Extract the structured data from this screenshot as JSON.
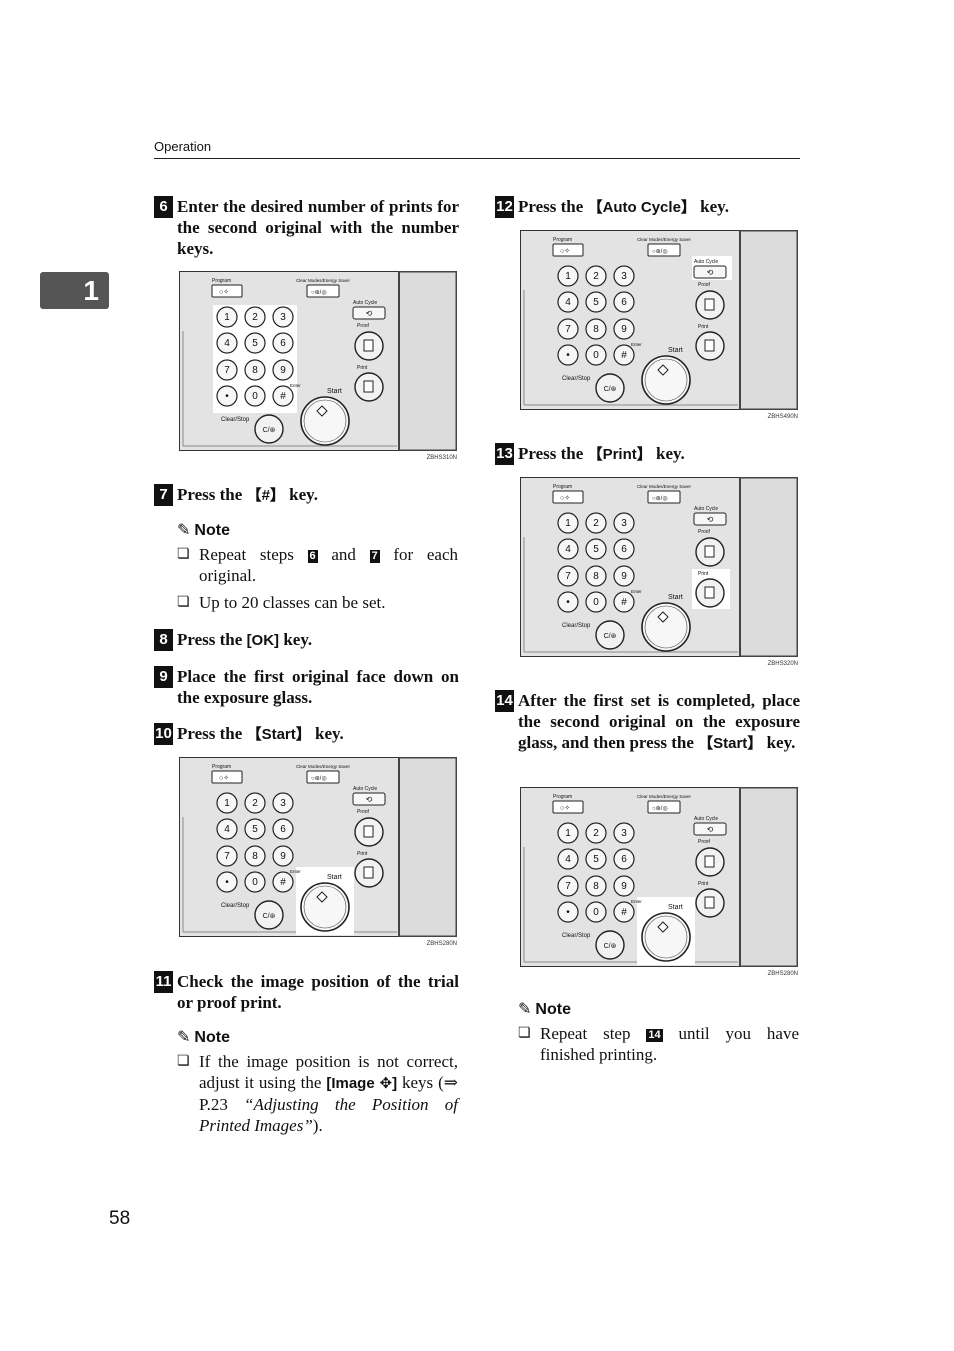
{
  "header": {
    "section": "Operation"
  },
  "chapter_tab": "1",
  "page_number": "58",
  "steps": [
    {
      "num": "6",
      "text": "Enter the desired number of prints for the second original with the number keys."
    },
    {
      "num": "7",
      "pre": "Press the ",
      "key": "【#】",
      "post": " key."
    },
    {
      "num": "8",
      "pre": "Press the ",
      "key": "[OK]",
      "post": " key."
    },
    {
      "num": "9",
      "text": "Place the first original face down on the exposure glass."
    },
    {
      "num": "10",
      "pre": "Press the ",
      "key": "【Start】",
      "post": " key."
    },
    {
      "num": "11",
      "text": "Check the image position of the trial or proof print."
    },
    {
      "num": "12",
      "pre": "Press the ",
      "key": "【Auto Cycle】",
      "post": " key."
    },
    {
      "num": "13",
      "pre": "Press the ",
      "key": "【Print】",
      "post": " key."
    },
    {
      "num": "14",
      "pre": "After the first set is completed, place the second original on the exposure glass, and then press the ",
      "key": "【Start】",
      "post": " key."
    }
  ],
  "notes": {
    "heading": "Note",
    "n1": {
      "a": "Repeat steps ",
      "ref1": "6",
      "b": " and ",
      "ref2": "7",
      "c": " for each original.",
      "d": "Up to 20 classes can be set."
    },
    "n2": {
      "a": "If the image position is not cor­rect, adjust it using the ",
      "key": "[Image ✥]",
      "b": " keys (⇒ P.23 ",
      "title": "“Adjusting the Position of Printed Images”",
      "c": ")."
    },
    "n3": {
      "a": "Repeat step ",
      "ref": "14",
      "b": " until you have finished printing."
    }
  },
  "panel_labels": {
    "program": "Program",
    "clear_modes": "Clear Modes/Energy Saver",
    "auto_cycle": "Auto Cycle",
    "proof": "Proof",
    "print": "Print",
    "enter": "Enter",
    "start": "Start",
    "clear_stop": "Clear/Stop",
    "keys": [
      "1",
      "2",
      "3",
      "4",
      "5",
      "6",
      "7",
      "8",
      "9",
      "•",
      "0",
      "#"
    ],
    "cstop_glyph": "C/⊛"
  },
  "figures": [
    {
      "code": "ZBHS310N",
      "highlight": "numpad"
    },
    {
      "code": "ZBHS280N",
      "highlight": "start"
    },
    {
      "code": "ZBHS490N",
      "highlight": "auto"
    },
    {
      "code": "ZBHS320N",
      "highlight": "print"
    },
    {
      "code": "ZBHS280N",
      "highlight": "start"
    }
  ]
}
